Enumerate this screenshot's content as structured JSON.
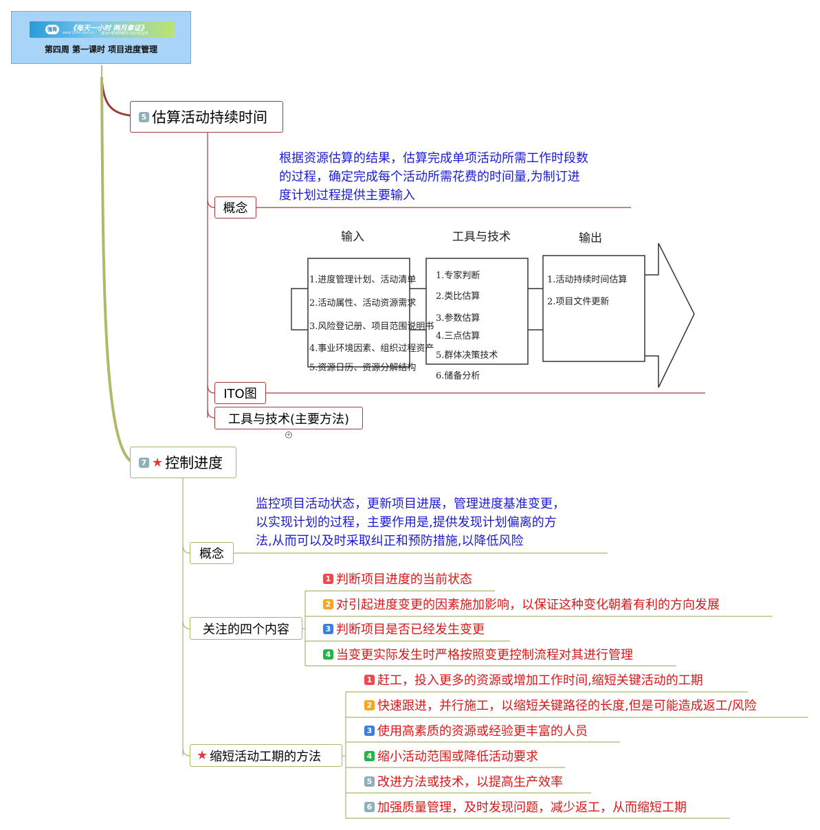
{
  "header": {
    "banner_slogan": "《每天一小时 两月拿证》",
    "banner_url": "www.1634.com.cn",
    "banner_tagline": "成功=老师的教导+自己的坚持",
    "banner_badge": "强哥",
    "title": "第四周 第一课时 项目进度管理"
  },
  "section1": {
    "badge": "5",
    "title": "估算活动持续时间",
    "concept_label": "概念",
    "concept_text": [
      "根据资源估算的结果，估算完成单项活动所需工作时段数",
      "的过程，确定完成每个活动所需花费的时间量,为制订进",
      "度计划过程提供主要输入"
    ],
    "ito_label": "ITO图",
    "tools_label": "工具与技术(主要方法)",
    "ito": {
      "input_header": "输入",
      "tools_header": "工具与技术",
      "output_header": "输出",
      "inputs": [
        "1.进度管理计划、活动清单",
        "2.活动属性、活动资源需求",
        "3.风险登记册、项目范围说明书",
        "4.事业环境因素、组织过程资产",
        "5.资源日历、资源分解结构"
      ],
      "tools": [
        "1.专家判断",
        "2.类比估算",
        "3.参数估算",
        "4.三点估算",
        "5.群体决策技术",
        "6.储备分析"
      ],
      "outputs": [
        "1.活动持续时间估算",
        "2.项目文件更新"
      ]
    }
  },
  "section2": {
    "badge": "7",
    "title": "控制进度",
    "concept_label": "概念",
    "concept_text": [
      "监控项目活动状态，更新项目进展，管理进度基准变更，",
      "以实现计划的过程，主要作用是,提供发现计划偏离的方",
      "法,从而可以及时采取纠正和预防措施,以降低风险"
    ],
    "focus_label": "关注的四个内容",
    "focus_items": [
      {
        "num": "1",
        "text": "判断项目进度的当前状态"
      },
      {
        "num": "2",
        "text": "对引起进度变更的因素施加影响，以保证这种变化朝着有利的方向发展"
      },
      {
        "num": "3",
        "text": "判断项目是否已经发生变更"
      },
      {
        "num": "4",
        "text": "当变更实际发生时严格按照变更控制流程对其进行管理"
      }
    ],
    "shorten_label": "缩短活动工期的方法",
    "shorten_items": [
      {
        "num": "1",
        "text": "赶工，投入更多的资源或增加工作时间,缩短关键活动的工期"
      },
      {
        "num": "2",
        "text": "快速跟进，并行施工，以缩短关键路径的长度,但是可能造成返工/风险"
      },
      {
        "num": "3",
        "text": "使用高素质的资源或经验更丰富的人员"
      },
      {
        "num": "4",
        "text": "缩小活动范围或降低活动要求"
      },
      {
        "num": "5",
        "text": "改进方法或技术，以提高生产效率"
      },
      {
        "num": "6",
        "text": "加强质量管理，及时发现问题，减少返工，从而缩短工期"
      }
    ]
  },
  "colors": {
    "badge_red": "#e84c4c",
    "badge_orange": "#f5a623",
    "badge_blue": "#3b7de0",
    "badge_green": "#2ab24a",
    "badge_gray": "#8fb0b8",
    "branch1": "#a33a3a",
    "branch2": "#a9b56a",
    "concept_text": "#1a1ad6",
    "item_text": "#d81818"
  }
}
